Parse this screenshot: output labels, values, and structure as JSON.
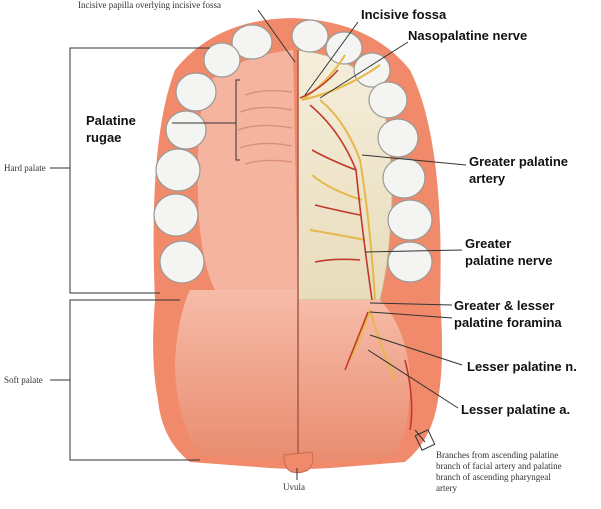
{
  "labels": {
    "incisive_papilla": "Incisive papilla overlying incisive fossa",
    "incisive_fossa": "Incisive fossa",
    "nasopalatine_nerve": "Nasopalatine nerve",
    "palatine_rugae_1": "Palatine",
    "palatine_rugae_2": "rugae",
    "hard_palate": "Hard palate",
    "greater_palatine_artery_1": "Greater palatine",
    "greater_palatine_artery_2": "artery",
    "greater_palatine_nerve_1": "Greater",
    "greater_palatine_nerve_2": "palatine nerve",
    "foramina_1": "Greater & lesser",
    "foramina_2": "palatine foramina",
    "soft_palate": "Soft palate",
    "lesser_palatine_n": "Lesser palatine n.",
    "lesser_palatine_a": "Lesser palatine a.",
    "uvula": "Uvula",
    "branches_1": "Branches from ascending palatine",
    "branches_2": "branch of facial artery and palatine",
    "branches_3": "branch of ascending pharyngeal",
    "branches_4": "artery"
  },
  "colors": {
    "gingiva": "#f08a6a",
    "palate": "#f4b4a0",
    "bone": "#f3ead3",
    "tooth": "#f4f4f2",
    "artery": "#c0392b",
    "nerve": "#e6b84a"
  }
}
